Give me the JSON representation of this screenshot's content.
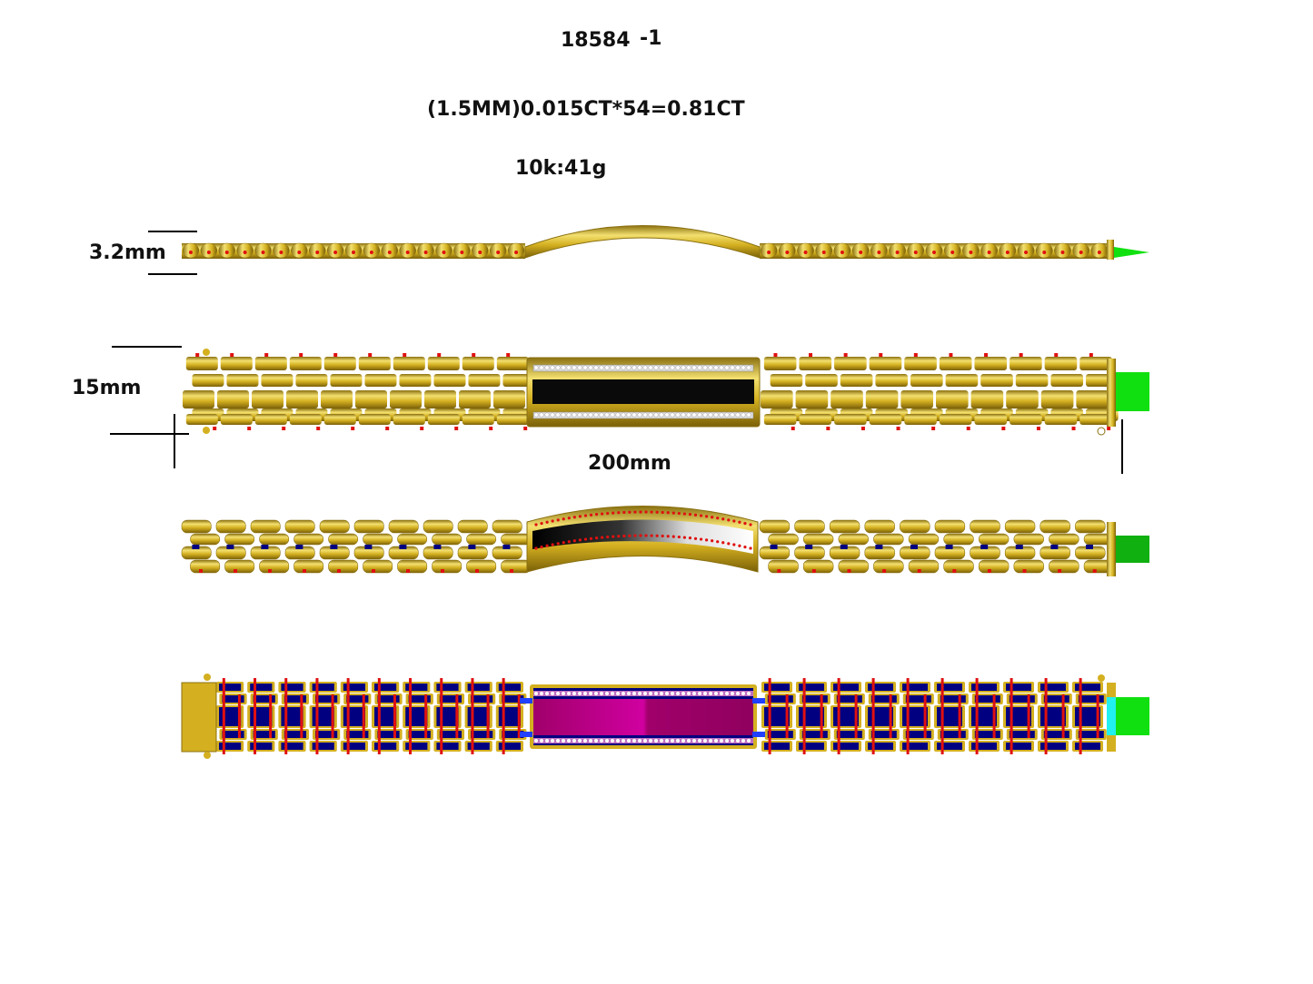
{
  "header": {
    "model_number": "18584",
    "variant": "-1",
    "stone_spec": "(1.5MM)0.015CT*54=0.81CT",
    "metal_weight": "10k:41g"
  },
  "dimensions": {
    "thickness": "3.2mm",
    "width": "15mm",
    "length": "200mm"
  },
  "colors": {
    "gold": "#d4b020",
    "gold_dark": "#8a7010",
    "gold_light": "#f3e070",
    "stone_red": "#e01010",
    "enamel_black": "#0a0a0a",
    "clasp_green": "#10e010",
    "render_blue": "#000080",
    "render_magenta": "#a0006a",
    "clasp_cyan": "#20f0f0"
  },
  "views": [
    {
      "id": "side-view"
    },
    {
      "id": "top-view"
    },
    {
      "id": "perspective-view"
    },
    {
      "id": "wireframe-color-view"
    }
  ]
}
